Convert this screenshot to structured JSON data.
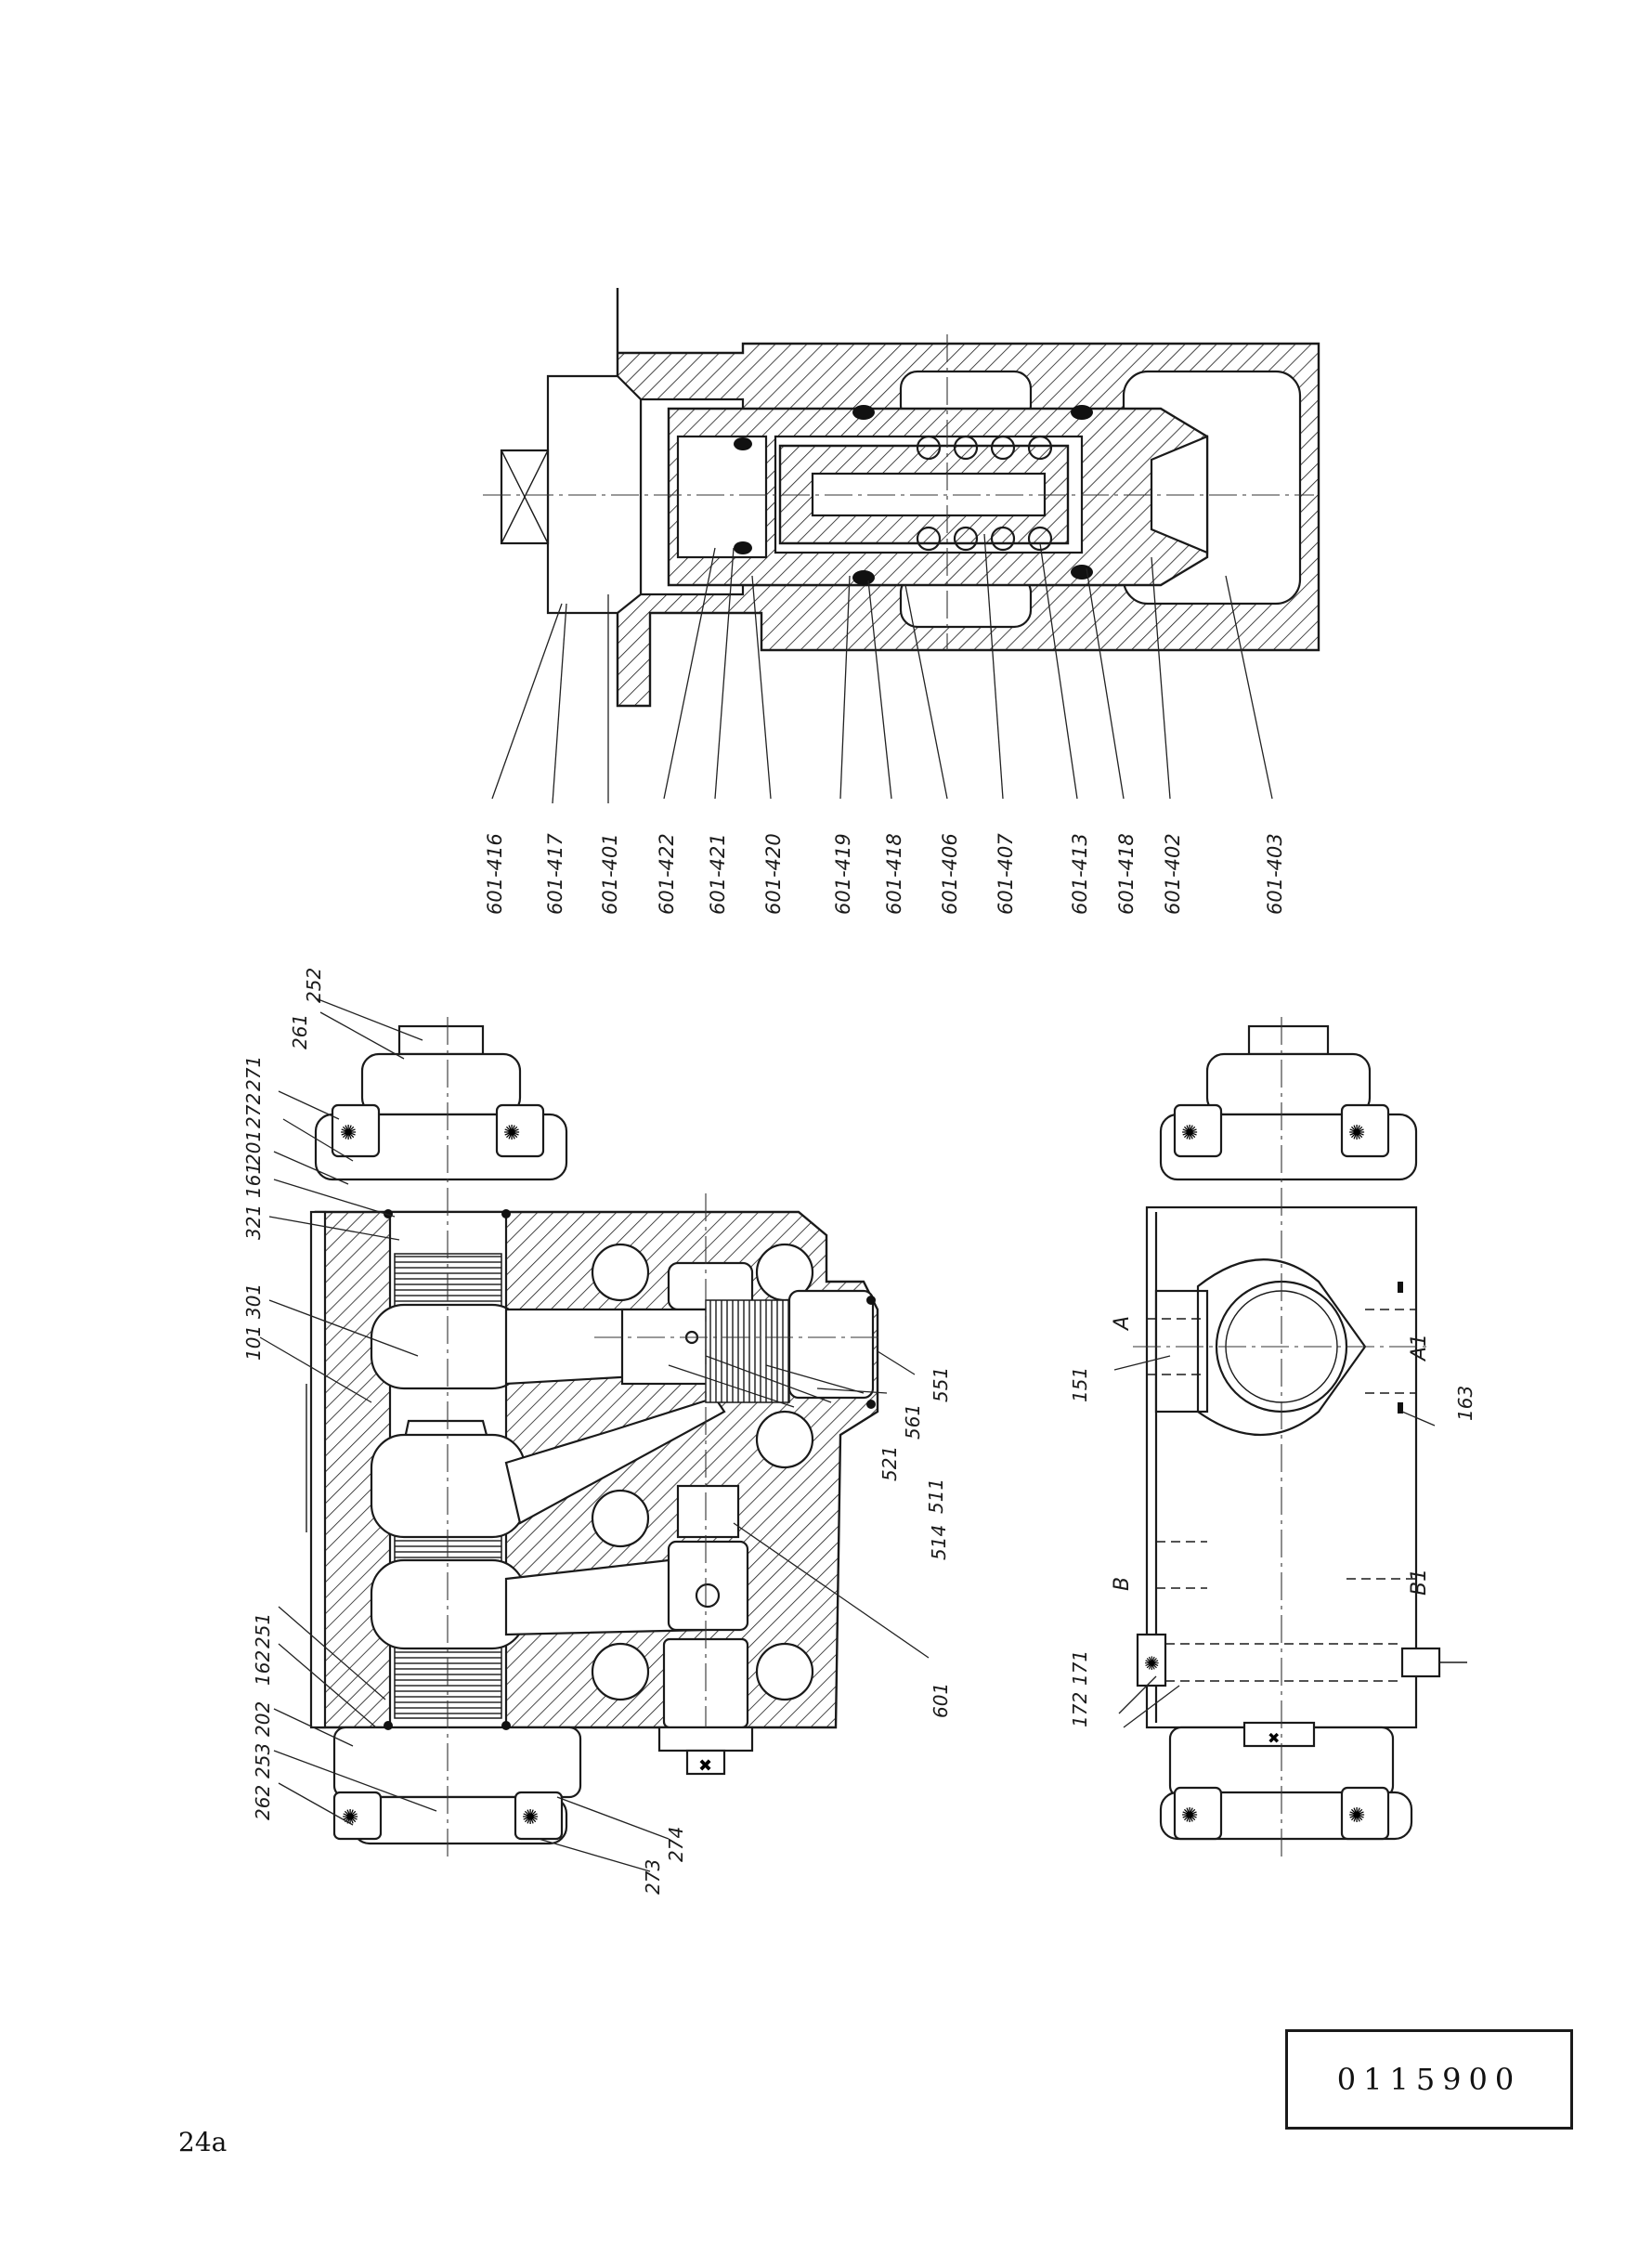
{
  "drawing_number": "0115900",
  "page_ref": "24a",
  "detail_labels": [
    "601-416",
    "601-417",
    "601-401",
    "601-422",
    "601-421",
    "601-420",
    "601-419",
    "601-418",
    "601-406",
    "601-407",
    "601-413",
    "601-418",
    "601-402",
    "601-403"
  ],
  "section_labels": {
    "top_left": [
      "261",
      "252",
      "271",
      "272",
      "201",
      "161",
      "321",
      "301",
      "101"
    ],
    "right": [
      "551",
      "561",
      "521",
      "511",
      "514",
      "601"
    ],
    "bottom_left": [
      "251",
      "162",
      "202",
      "253",
      "262",
      "273",
      "274"
    ]
  },
  "side_view_labels": {
    "ports": [
      "A",
      "A1",
      "B",
      "B1"
    ],
    "parts": [
      "151",
      "163",
      "172",
      "171"
    ]
  }
}
